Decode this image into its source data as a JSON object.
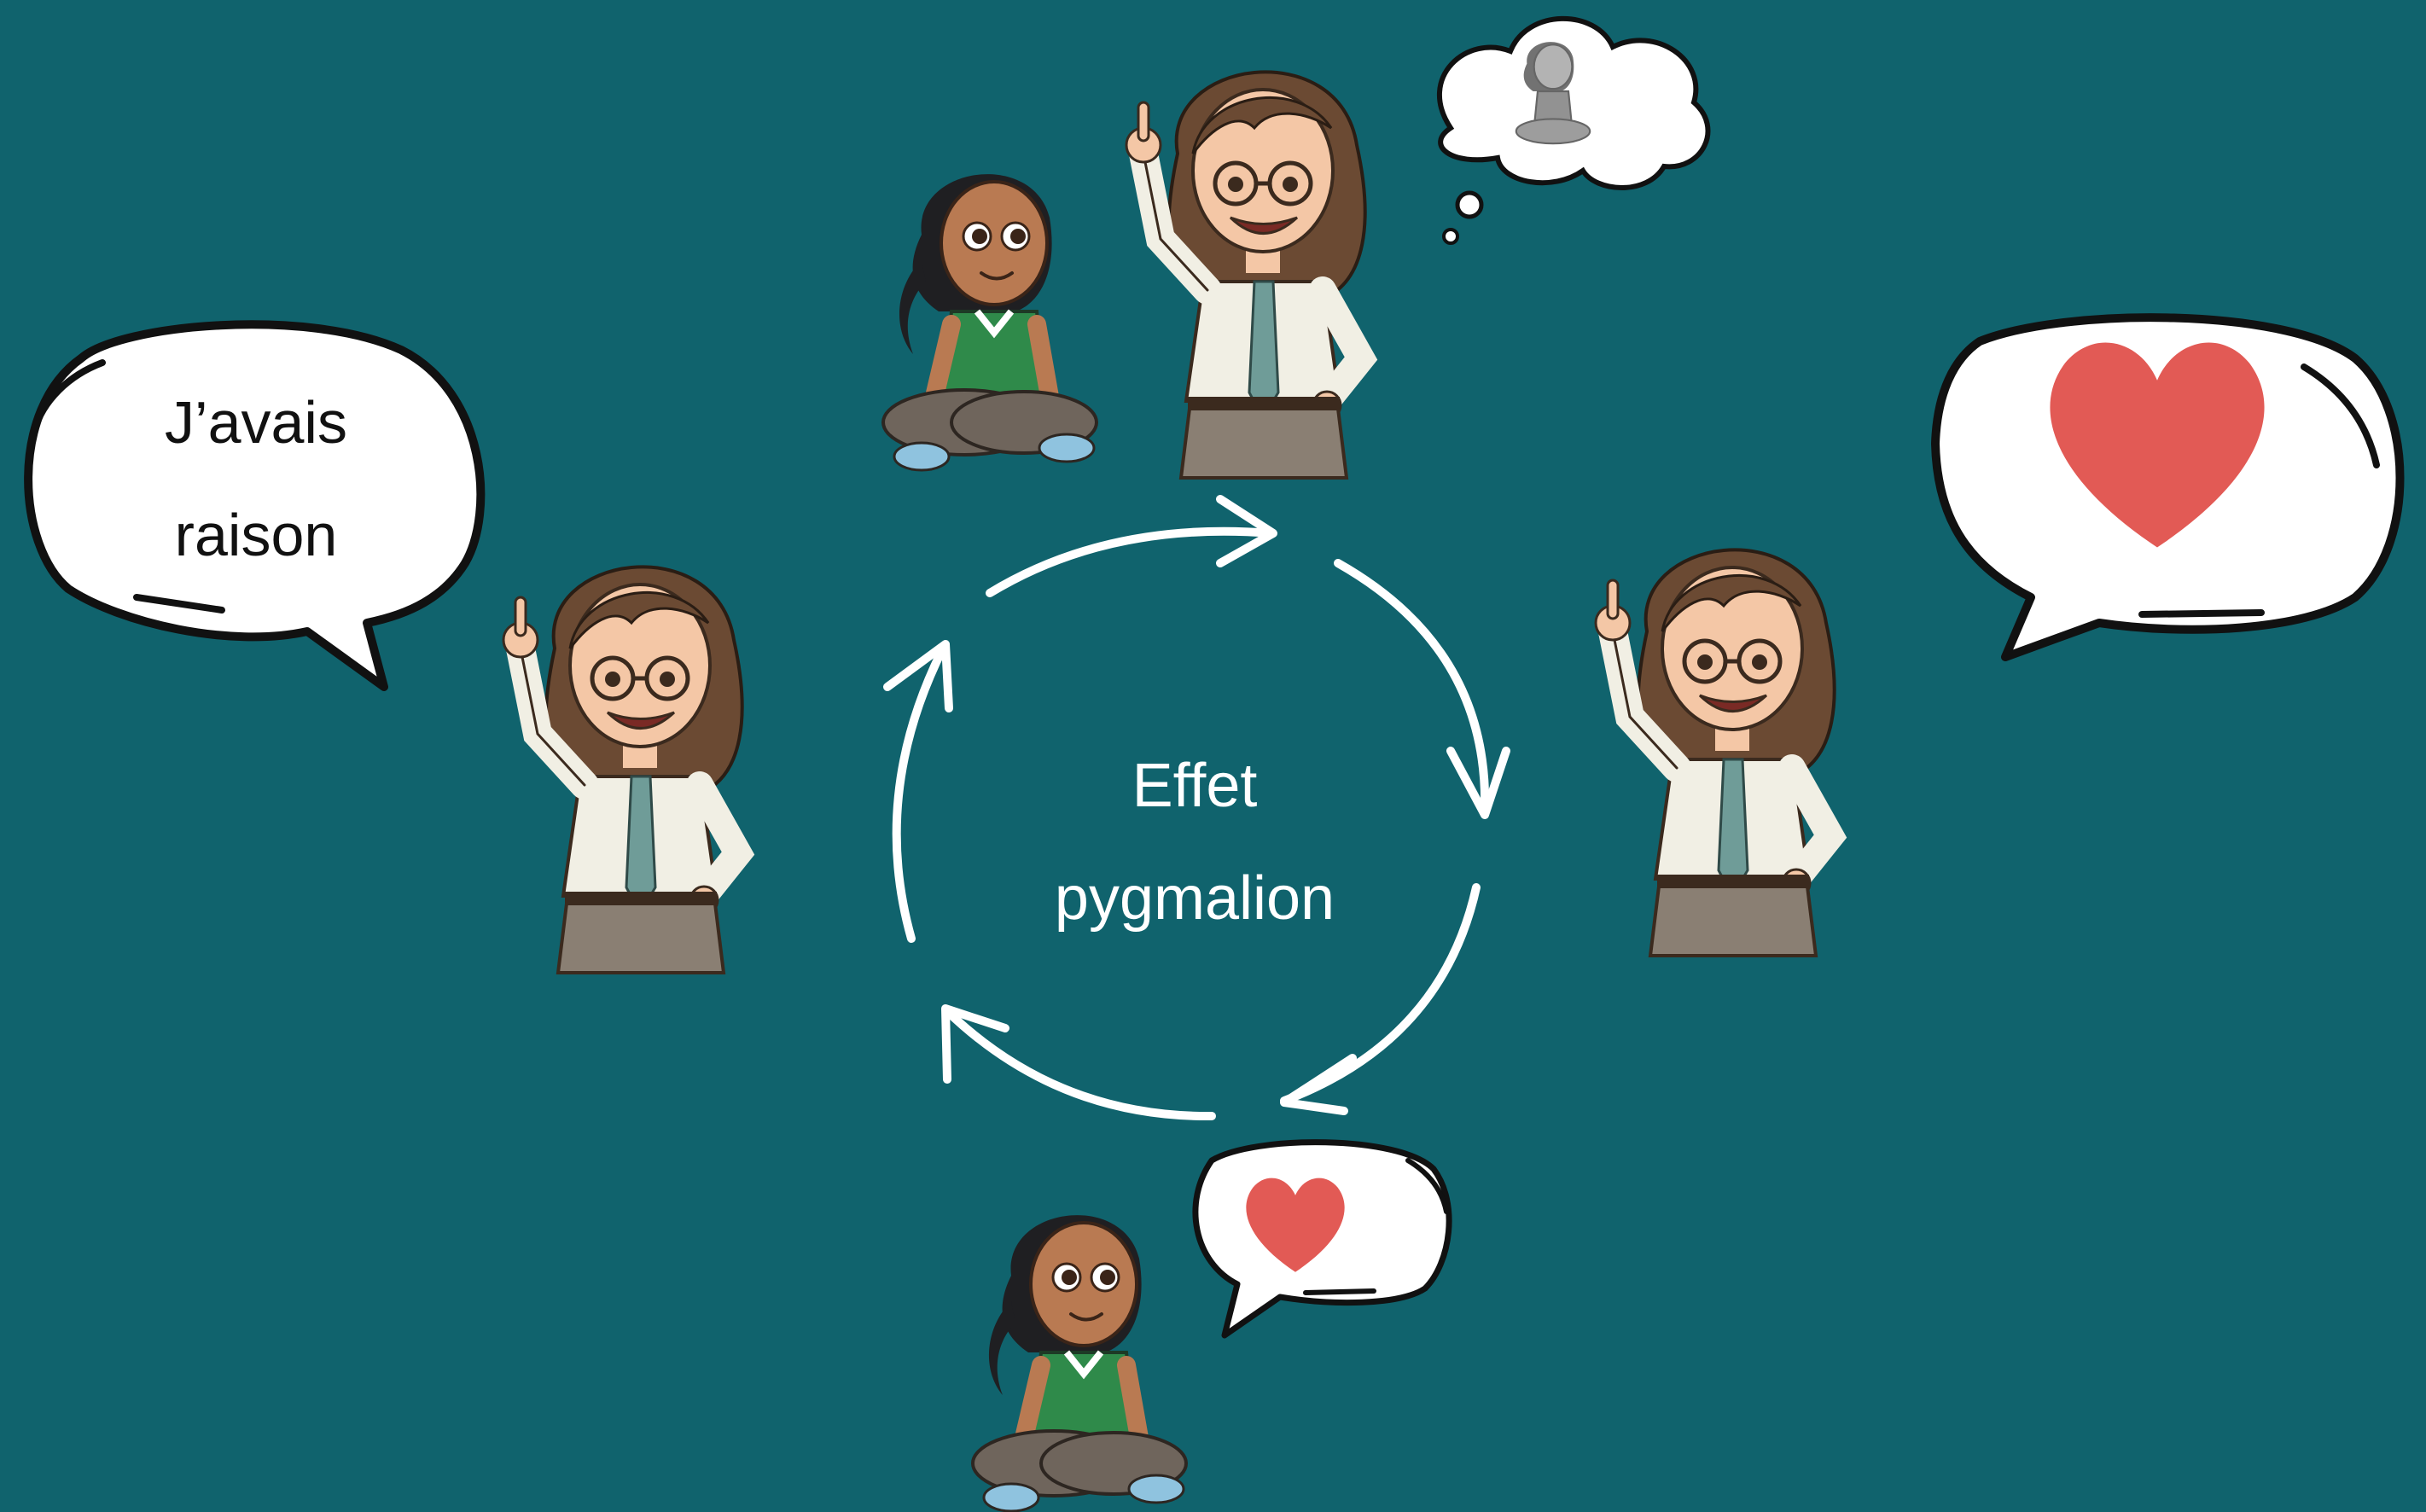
{
  "center": {
    "line1": "Effet",
    "line2": "pygmalion"
  },
  "speech": {
    "line1": "J’avais",
    "line2": "raison"
  },
  "colors": {
    "background": "#10636d",
    "arrow": "#ffffff",
    "bubble_fill": "#ffffff",
    "bubble_stroke": "#111111",
    "heart": "#e25a55",
    "skin_teacher": "#f4c7a6",
    "skin_child": "#b97a52",
    "hair_teacher": "#6b4a33",
    "hair_child": "#1f1f22",
    "shirt_teacher": "#f1efe4",
    "skirt": "#8a7f73",
    "tie": "#6f9c98",
    "shirt_child": "#2f8a4a"
  },
  "icons": [
    "teacher-figure",
    "child-figure",
    "thought-cloud-icon",
    "speech-bubble-icon",
    "heart-icon",
    "cycle-arrow-icon"
  ]
}
